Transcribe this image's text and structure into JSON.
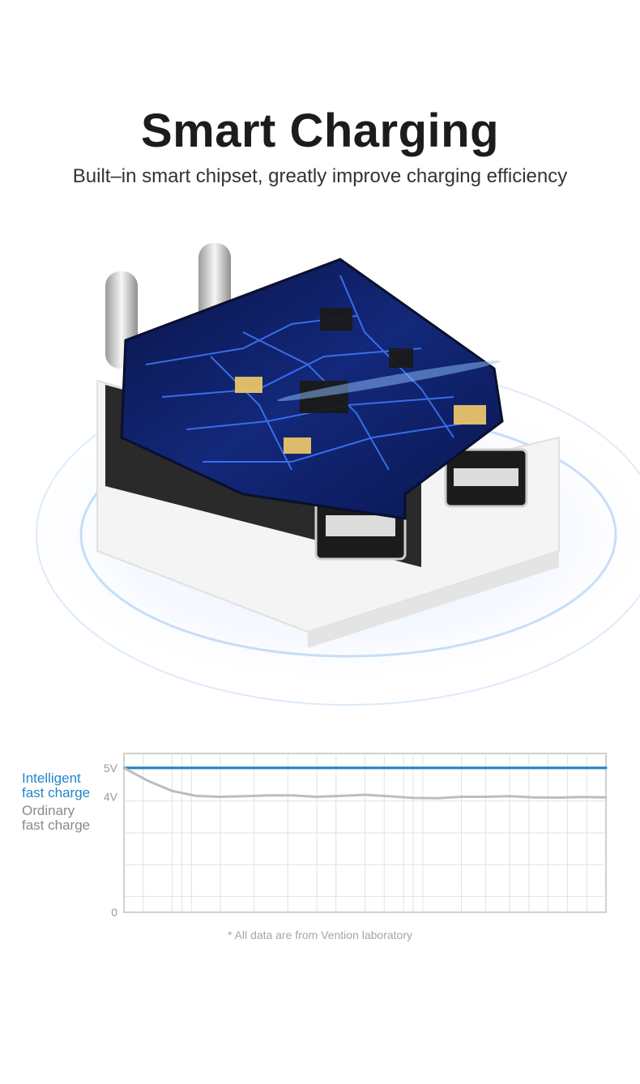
{
  "header": {
    "title": "Smart Charging",
    "subtitle": "Built–in smart chipset, greatly improve charging efficiency"
  },
  "colors": {
    "intelligent": "#1f86c6",
    "ordinary": "#bdbdbd",
    "grid": "#e2e2e2",
    "board": "#0b1a5e",
    "trace": "#2f6bff"
  },
  "chart_data": {
    "type": "line",
    "xlabel": "",
    "ylabel": "",
    "ylim": [
      0,
      5.5
    ],
    "x": [
      0,
      0.05,
      0.1,
      0.15,
      0.2,
      0.25,
      0.3,
      0.35,
      0.4,
      0.45,
      0.5,
      0.55,
      0.6,
      0.65,
      0.7,
      0.75,
      0.8,
      0.85,
      0.9,
      0.95,
      1.0
    ],
    "yticks": [
      {
        "value": 0,
        "label": "0"
      },
      {
        "value": 4,
        "label": "4V"
      },
      {
        "value": 5,
        "label": "5V"
      }
    ],
    "series": [
      {
        "name": "Intelligent fast charge",
        "name_lines": [
          "Intelligent",
          "fast charge"
        ],
        "values": [
          5,
          5,
          5,
          5,
          5,
          5,
          5,
          5,
          5,
          5,
          5,
          5,
          5,
          5,
          5,
          5,
          5,
          5,
          5,
          5,
          5
        ]
      },
      {
        "name": "Ordinary fast charge",
        "name_lines": [
          "Ordinary",
          "fast charge"
        ],
        "values": [
          5,
          4.55,
          4.2,
          4.03,
          4.0,
          4.02,
          4.05,
          4.05,
          4.0,
          4.03,
          4.07,
          4.02,
          3.96,
          3.95,
          4.0,
          4.0,
          4.02,
          3.98,
          3.97,
          3.99,
          3.98
        ]
      }
    ],
    "annotation": "* All data are from Vention laboratory",
    "grid": true,
    "legend": "left"
  }
}
